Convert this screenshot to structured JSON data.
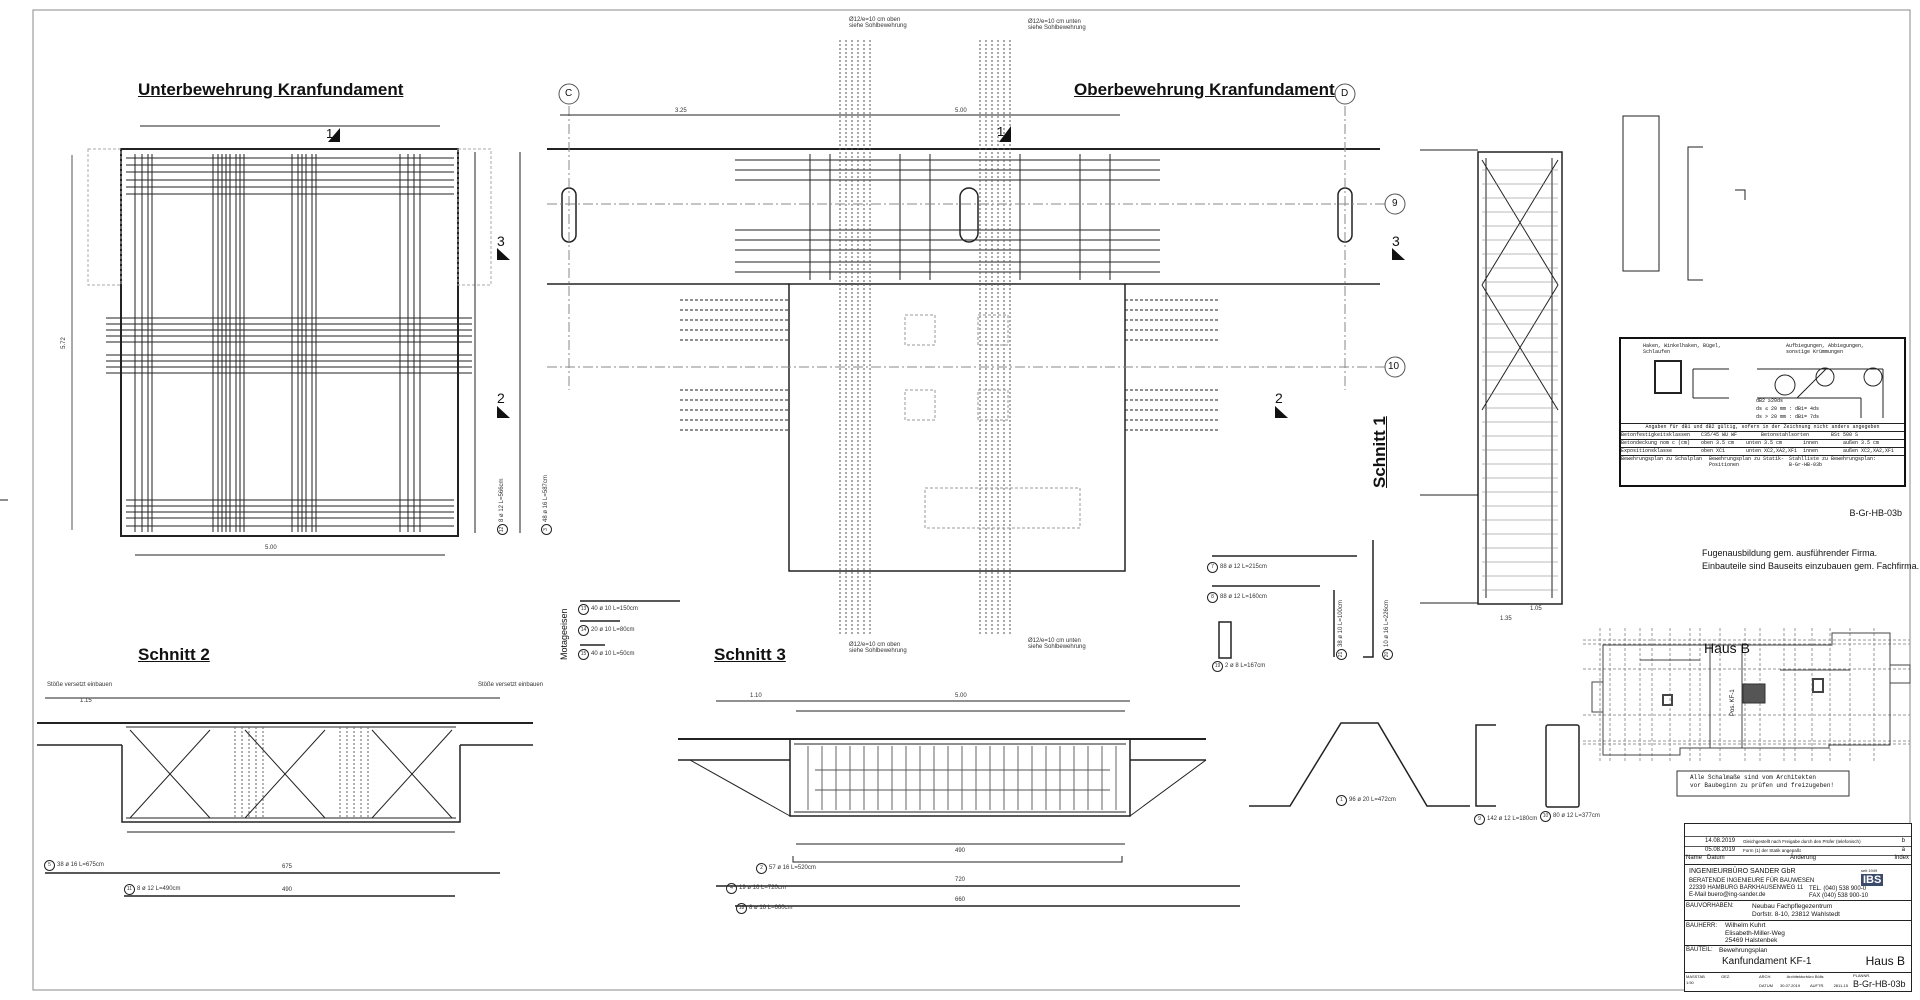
{
  "titles": {
    "unter": "Unterbewehrung Kranfundament",
    "ober": "Oberbewehrung Kranfundament",
    "schnitt1": "Schnitt 1",
    "schnitt2": "Schnitt 2",
    "schnitt3": "Schnitt 3",
    "montage": "Motageeisen",
    "haus": "Haus B"
  },
  "axes": {
    "c": "C",
    "d": "D",
    "nine": "9",
    "ten": "10"
  },
  "section_marks": {
    "s1": "1",
    "s2": "2",
    "s3": "3"
  },
  "notes": {
    "oben_1": "Ø12/e=10 cm oben",
    "oben_2": "siehe Sohlbewehrung",
    "unten_1": "Ø12/e=10 cm unten",
    "unten_2": "siehe Sohlbewehrung",
    "stoesse": "Stöße versetzt einbauen",
    "fugen": "Fugenausbildung gem. ausführender Firma.",
    "einbau": "Einbauteile sind Bauseits einzubauen gem. Fachfirma.",
    "plan_ref": "B-Gr-HB-03b",
    "schal_1": "Alle Schalmaße sind vom Architekten",
    "schal_2": "vor Baubeginn zu prüfen und freizugeben!",
    "pos_kf": "Pos. KF-1"
  },
  "dimensions": {
    "unter_width": "5.00",
    "unter_height": "5.72",
    "ober_left": "3.25",
    "ober_top": "5.00",
    "s2_overall": "675",
    "s2_inner": "490",
    "s2_side": "1.15",
    "s3_side": "1.10",
    "s3_width": "5.00",
    "s3_720": "720",
    "s3_660": "660",
    "s3_490": "490",
    "s1_135": "1.35",
    "s1_105": "1.05"
  },
  "bars": {
    "b5": {
      "pos": "5",
      "text": "38 ø 16 L=675cm"
    },
    "b11": {
      "pos": "11",
      "text": "8 ø 12 L=490cm"
    },
    "b13": {
      "pos": "13",
      "text": "40 ø 10 L=150cm"
    },
    "b14": {
      "pos": "14",
      "text": "20 ø 10 L=80cm"
    },
    "b15": {
      "pos": "15",
      "text": "40 ø 10 L=50cm"
    },
    "b2": {
      "pos": "2",
      "text": "57 ø 16 L=520cm"
    },
    "b4": {
      "pos": "4",
      "text": "19 ø 16 L=720cm"
    },
    "b18": {
      "pos": "18",
      "text": "8 ø 16 L=660cm"
    },
    "b7": {
      "pos": "7",
      "text": "88 ø 12 L=215cm"
    },
    "b8": {
      "pos": "8",
      "text": "88 ø 12 L=160cm"
    },
    "b19": {
      "pos": "19",
      "text": "2 ø 8 L=167cm"
    },
    "b21": {
      "pos": "21",
      "text": "38 ø 10 L=100cm"
    },
    "b20": {
      "pos": "20",
      "text": "10 ø 16 L=226cm"
    },
    "b1": {
      "pos": "1",
      "text": "96 ø 20 L=472cm"
    },
    "b9": {
      "pos": "9",
      "text": "142 ø 12 L=180cm"
    },
    "b10": {
      "pos": "10",
      "text": "80 ø 12 L=377cm"
    },
    "b12": {
      "pos": "12",
      "text": "8 ø 12 L=566cm"
    },
    "b3": {
      "pos": "3",
      "text": "48 ø 16 L=587cm"
    }
  },
  "legend": {
    "hooks": "Haken, Winkelhaken, Bügel, Schlaufen",
    "bends": "Aufbiegungen, Abbiegungen, sonstige Krümmungen",
    "f1": "dB2 ≥20ds",
    "f2": "ds ≤ 20 mm : dB1= 4ds",
    "f3": "ds > 20 mm : dB1= 7ds",
    "note": "Angaben für dB1 und dB2 gültig, sofern in der Zeichnung nicht anders angegeben",
    "r1": [
      "Betonfestigkeitsklassen",
      "C35/45  WU  WF",
      "Betonstahlsorten",
      "BSt 500 S"
    ],
    "r2": [
      "Betondeckung nom c (cm)",
      "oben  3.5 cm",
      "unten  3.5 cm",
      "innen",
      "außen  3.5 cm"
    ],
    "r3": [
      "Expositionsklasse",
      "oben  XC1",
      "unten  XC2,XA2,XF1",
      "innen",
      "außen  XC2,XA2,XF1"
    ],
    "r4": [
      "Bewehrungsplan zu Schalplan",
      "Bewehrungsplan zu Statik-Positionen",
      "Stahlliste zu Bewehrungsplan:",
      "B-Gr-HB-03b"
    ]
  },
  "title_block": {
    "revisions": [
      {
        "date": "14.08.2019",
        "text": "Gleichgestellt nach Freigabe durch den Prüfer (telefonisch)",
        "index": "b"
      },
      {
        "date": "05.08.2019",
        "text": "Form (1) der Statik angepaßt",
        "index": "a"
      }
    ],
    "hdr_name": "Name",
    "hdr_date": "Datum",
    "hdr_change": "Änderung",
    "hdr_index": "Index",
    "company": "INGENIEURBÜRO SANDER GbR",
    "company_sub": "BERATENDE INGENIEURE FÜR BAUWESEN",
    "address": "22339 HAMBURG BARKHAUSENWEG 11",
    "email": "E-Mail buero@ing-sander.de",
    "tel": "TEL. (040) 538 900-0",
    "fax": "FAX (040) 538 900-10",
    "logo": "IBS",
    "since": "seit 1949",
    "project_label": "BAUVORHABEN:",
    "project_1": "Neubau Fachpflegezentrum",
    "project_2": "Dorfstr. 8-10, 23812 Wahlstedt",
    "client_label": "BAUHERR:",
    "client_1": "Wilhelm Kuhrt",
    "client_2": "Elisabeth-Miller-Weg",
    "client_3": "25469 Halstenbek",
    "part_label": "BAUTEIL:",
    "part_type": "Bewehrungsplan",
    "part_name": "Kanfundament  KF-1",
    "house": "Haus  B",
    "scale_label": "MASSTAB",
    "scale": "1:50",
    "drawn_label": "GEZ.",
    "arch_label": "ARCH.",
    "arch": "Architekturbüro Bölls",
    "date_label": "DATUM",
    "date": "30.07.2019",
    "order_label": "AUFTR.",
    "order": "2811-15",
    "plan_label": "PLANNR.",
    "plan_no": "B-Gr-HB-03b"
  }
}
